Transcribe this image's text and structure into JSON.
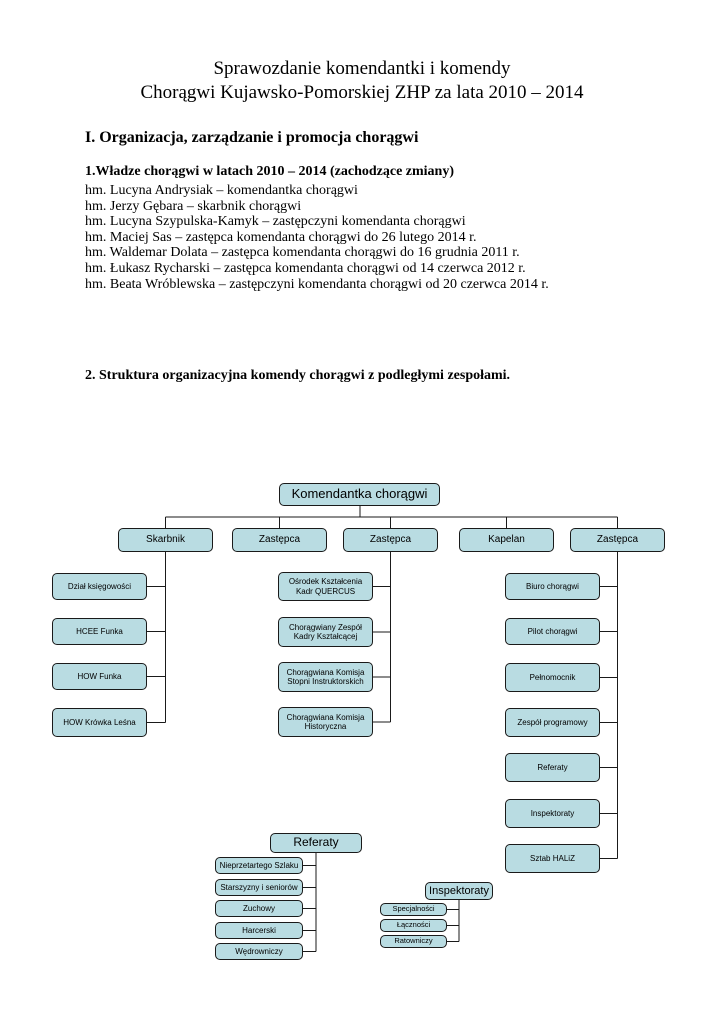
{
  "document": {
    "title_line1": "Sprawozdanie komendantki i komendy",
    "title_line2": "Chorągwi Kujawsko-Pomorskiej ZHP za lata 2010 – 2014",
    "section1_heading": "I. Organizacja, zarządzanie i promocja chorągwi",
    "subsection1_heading": "1.Władze chorągwi w latach 2010 – 2014 (zachodzące zmiany)",
    "people": [
      "hm. Lucyna Andrysiak – komendantka chorągwi",
      "hm. Jerzy Gębara – skarbnik chorągwi",
      "hm. Lucyna Szypulska-Kamyk – zastępczyni komendanta chorągwi",
      "hm. Maciej Sas – zastępca komendanta chorągwi do 26 lutego 2014 r.",
      "hm. Waldemar Dolata – zastępca komendanta chorągwi do 16 grudnia 2011 r.",
      "hm. Łukasz Rycharski – zastępca komendanta chorągwi od 14 czerwca 2012 r.",
      "hm. Beata Wróblewska – zastępczyni komendanta chorągwi od 20 czerwca 2014 r."
    ],
    "section2_heading": "2. Struktura organizacyjna komendy chorągwi z podległymi zespołami."
  },
  "org": {
    "root": "Komendantka chorągwi",
    "level2": [
      "Skarbnik",
      "Zastępca",
      "Zastępca",
      "Kapelan",
      "Zastępca"
    ],
    "skarbnik_children": [
      "Dział księgowości",
      "HCEE Funka",
      "HOW Funka",
      "HOW Krówka Leśna"
    ],
    "zastepca_mid_children": [
      "Ośrodek Kształcenia Kadr QUERCUS",
      "Chorągwiany Zespół Kadry Kształcącej",
      "Chorągwiana Komisja Stopni Instruktorskich",
      "Chorągwiana Komisja Historyczna"
    ],
    "zastepca_right_children": [
      "Biuro chorągwi",
      "Pilot chorągwi",
      "Pełnomocnik",
      "Zespół programowy",
      "Referaty",
      "Inspektoraty",
      "Sztab HALiZ"
    ],
    "referaty_group": {
      "label": "Referaty",
      "children": [
        "Nieprzetartego Szlaku",
        "Starszyzny i seniorów",
        "Zuchowy",
        "Harcerski",
        "Wędrowniczy"
      ]
    },
    "inspektoraty_group": {
      "label": "Inspektoraty",
      "children": [
        "Specjalności",
        "Łączności",
        "Ratowniczy"
      ]
    }
  },
  "colors": {
    "node_fill": "#b9dce2",
    "node_border": "#1a1a1a",
    "text": "#000000"
  }
}
